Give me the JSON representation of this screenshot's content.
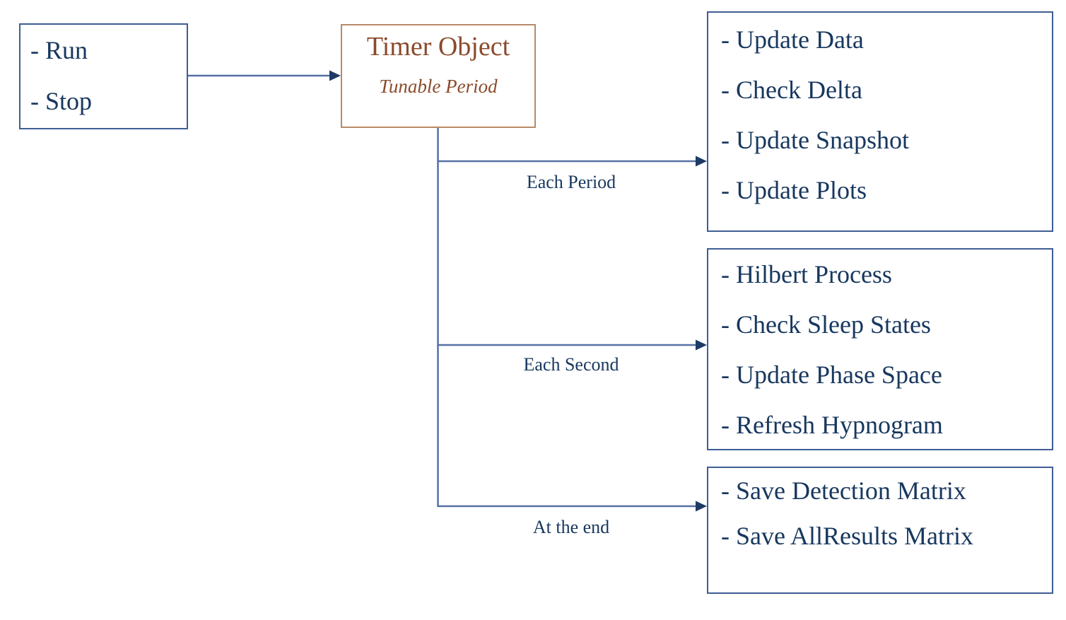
{
  "diagram": {
    "controls_box": {
      "items": [
        "- Run",
        "- Stop"
      ]
    },
    "timer_box": {
      "title": "Timer Object",
      "subtitle": "Tunable Period"
    },
    "branches": [
      {
        "label": "Each Period",
        "actions": [
          "- Update Data",
          "- Check Delta",
          "- Update Snapshot",
          "- Update Plots"
        ]
      },
      {
        "label": "Each Second",
        "actions": [
          "- Hilbert Process",
          "- Check Sleep States",
          "- Update Phase Space",
          "- Refresh Hypnogram"
        ]
      },
      {
        "label": "At the end",
        "actions": [
          "- Save Detection Matrix",
          "- Save AllResults Matrix"
        ]
      }
    ],
    "colors": {
      "navy_text": "#17375E",
      "blue_box_border": "#3F5D96",
      "timer_text_brown": "#8A4A2B",
      "timer_border_tan": "#B98A66",
      "connector_line_blue": "#5571A5",
      "arrowhead_navy": "#1F3A66"
    }
  }
}
